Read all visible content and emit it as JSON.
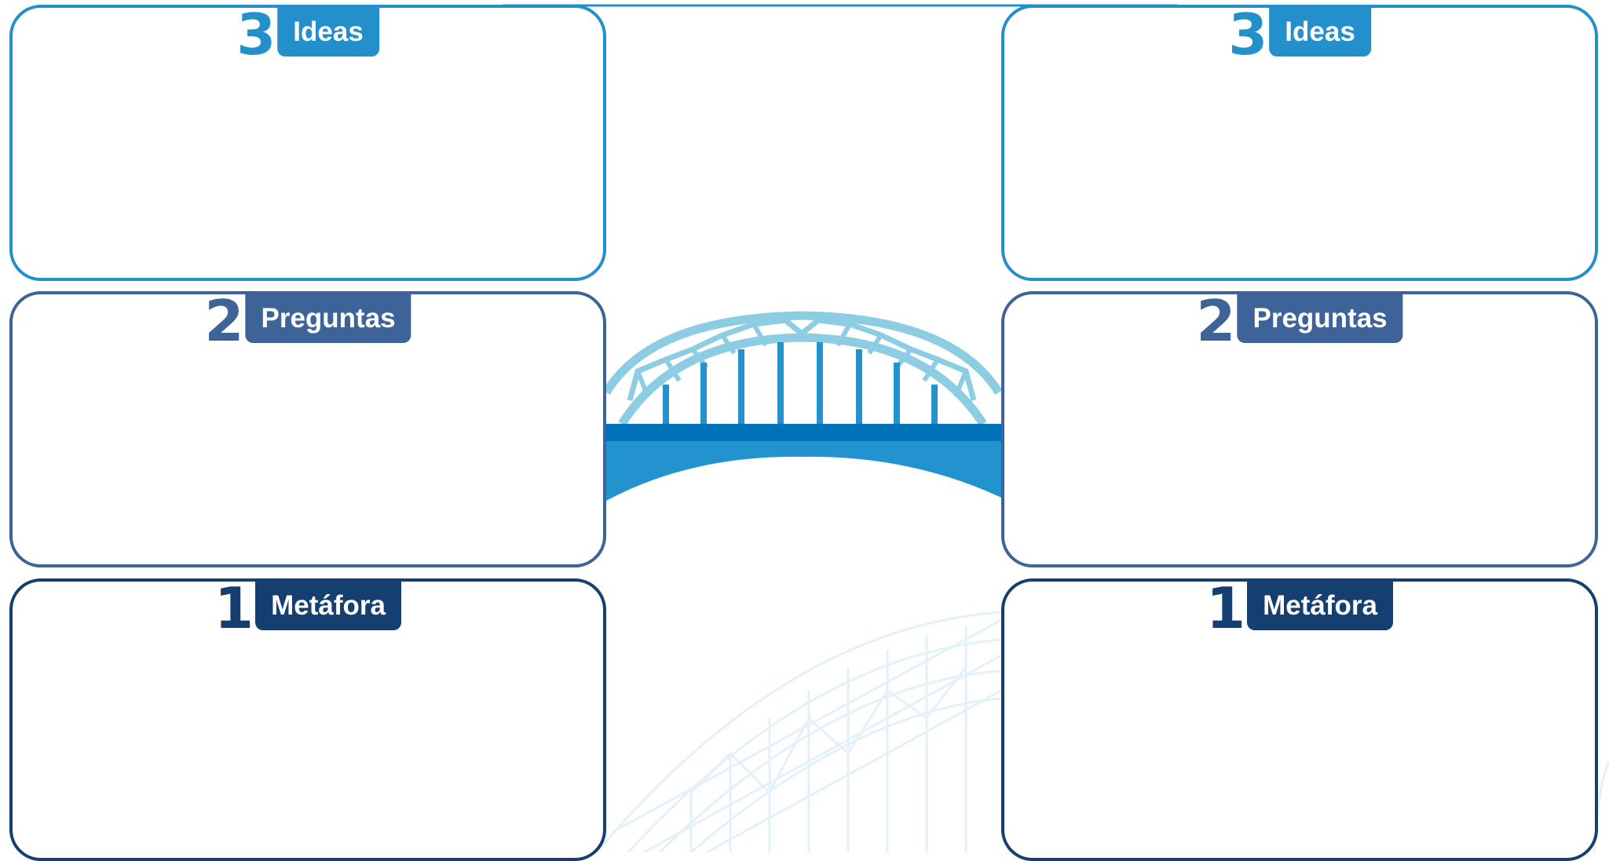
{
  "colors": {
    "ideas": "#2390cc",
    "preguntas": "#3d6398",
    "metafora": "#143f70",
    "bridge_arch": "#8ccde3",
    "bridge_deck": "#0072ba",
    "bridge_body": "#2293cf",
    "faint_bridge": "#e3f1f8"
  },
  "left_column": {
    "ideas": {
      "number": "3",
      "label": "Ideas"
    },
    "preguntas": {
      "number": "2",
      "label": "Preguntas"
    },
    "metafora": {
      "number": "1",
      "label": "Metáfora"
    }
  },
  "right_column": {
    "ideas": {
      "number": "3",
      "label": "Ideas"
    },
    "preguntas": {
      "number": "2",
      "label": "Preguntas"
    },
    "metafora": {
      "number": "1",
      "label": "Metáfora"
    }
  },
  "decorations": {
    "center_icon": "bridge-icon",
    "background_image": "bridge-watermark"
  }
}
